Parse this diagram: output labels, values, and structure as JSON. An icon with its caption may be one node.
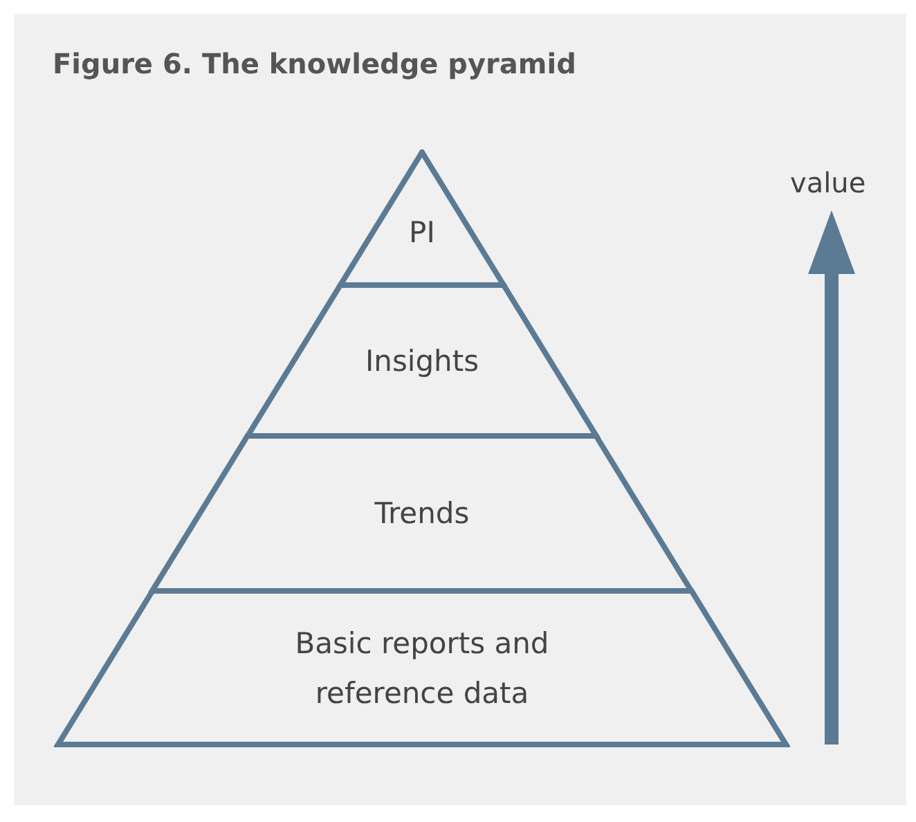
{
  "diagram": {
    "title": "Figure 6. The knowledge pyramid",
    "nodes": [
      {
        "text": [
          "PI"
        ]
      },
      {
        "text": [
          "Insights"
        ]
      },
      {
        "text": [
          "Trends"
        ]
      },
      {
        "text": [
          "Basic reports and reference data"
        ]
      }
    ],
    "labels": [
      "value"
    ]
  }
}
